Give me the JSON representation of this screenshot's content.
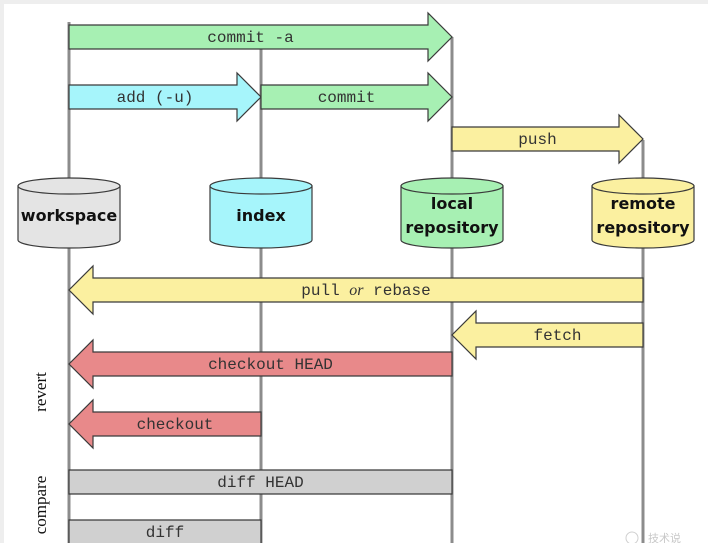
{
  "colors": {
    "green": "#a7f0b3",
    "cyan": "#a6f5fb",
    "yellow": "#fbf0a0",
    "red": "#e8898a",
    "gray": "#d0d0d0",
    "workspace_fill": "#e4e4e4",
    "outline": "#3a3a3a",
    "lane_line": "#8c8c8c"
  },
  "stores": [
    {
      "id": "workspace",
      "lines": [
        "workspace"
      ],
      "color": "#e4e4e4"
    },
    {
      "id": "index",
      "lines": [
        "index"
      ],
      "color": "#a6f5fb"
    },
    {
      "id": "local-repository",
      "lines": [
        "local",
        "repository"
      ],
      "color": "#a7f0b3"
    },
    {
      "id": "remote-repository",
      "lines": [
        "remote",
        "repository"
      ],
      "color": "#fbf0a0"
    }
  ],
  "arrows": [
    {
      "id": "commit-a",
      "label": "commit -a",
      "from": 0,
      "to": 2,
      "direction": "right",
      "color": "#a7f0b3"
    },
    {
      "id": "add",
      "label": "add (-u)",
      "from": 0,
      "to": 1,
      "direction": "right",
      "color": "#a6f5fb"
    },
    {
      "id": "commit",
      "label": "commit",
      "from": 1,
      "to": 2,
      "direction": "right",
      "color": "#a7f0b3"
    },
    {
      "id": "push",
      "label": "push",
      "from": 2,
      "to": 3,
      "direction": "right",
      "color": "#fbf0a0"
    },
    {
      "id": "pull-or-rebase",
      "label_parts": [
        "pull ",
        "or",
        " rebase"
      ],
      "from": 3,
      "to": 0,
      "direction": "left",
      "color": "#fbf0a0"
    },
    {
      "id": "fetch",
      "label": "fetch",
      "from": 3,
      "to": 2,
      "direction": "left",
      "color": "#fbf0a0"
    },
    {
      "id": "checkout-head",
      "label": "checkout HEAD",
      "from": 2,
      "to": 0,
      "direction": "left",
      "color": "#e8898a"
    },
    {
      "id": "checkout",
      "label": "checkout",
      "from": 1,
      "to": 0,
      "direction": "left",
      "color": "#e8898a"
    },
    {
      "id": "diff-head",
      "label": "diff HEAD",
      "from": 0,
      "to": 2,
      "direction": "none",
      "color": "#d0d0d0"
    },
    {
      "id": "diff",
      "label": "diff",
      "from": 0,
      "to": 1,
      "direction": "none",
      "color": "#d0d0d0"
    }
  ],
  "side_labels": {
    "revert": "revert",
    "compare": "compare"
  },
  "watermark": "技术说"
}
